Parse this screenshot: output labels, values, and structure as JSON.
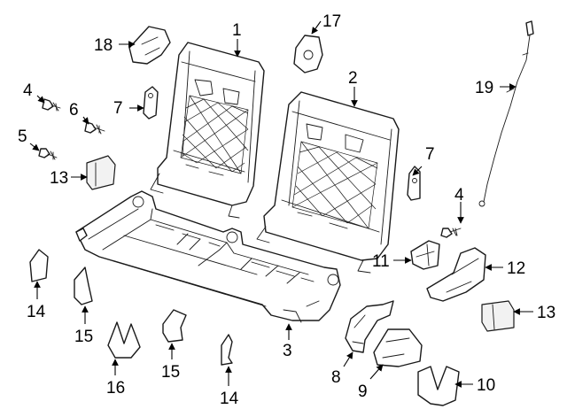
{
  "callouts": [
    {
      "id": "c1",
      "text": "1"
    },
    {
      "id": "c2",
      "text": "2"
    },
    {
      "id": "c3",
      "text": "3"
    },
    {
      "id": "c4a",
      "text": "4"
    },
    {
      "id": "c4b",
      "text": "4"
    },
    {
      "id": "c5",
      "text": "5"
    },
    {
      "id": "c6",
      "text": "6"
    },
    {
      "id": "c7a",
      "text": "7"
    },
    {
      "id": "c7b",
      "text": "7"
    },
    {
      "id": "c8",
      "text": "8"
    },
    {
      "id": "c9",
      "text": "9"
    },
    {
      "id": "c10",
      "text": "10"
    },
    {
      "id": "c11",
      "text": "11"
    },
    {
      "id": "c12",
      "text": "12"
    },
    {
      "id": "c13a",
      "text": "13"
    },
    {
      "id": "c13b",
      "text": "13"
    },
    {
      "id": "c14a",
      "text": "14"
    },
    {
      "id": "c14b",
      "text": "14"
    },
    {
      "id": "c15a",
      "text": "15"
    },
    {
      "id": "c15b",
      "text": "15"
    },
    {
      "id": "c16",
      "text": "16"
    },
    {
      "id": "c17",
      "text": "17"
    },
    {
      "id": "c18",
      "text": "18"
    },
    {
      "id": "c19",
      "text": "19"
    }
  ]
}
